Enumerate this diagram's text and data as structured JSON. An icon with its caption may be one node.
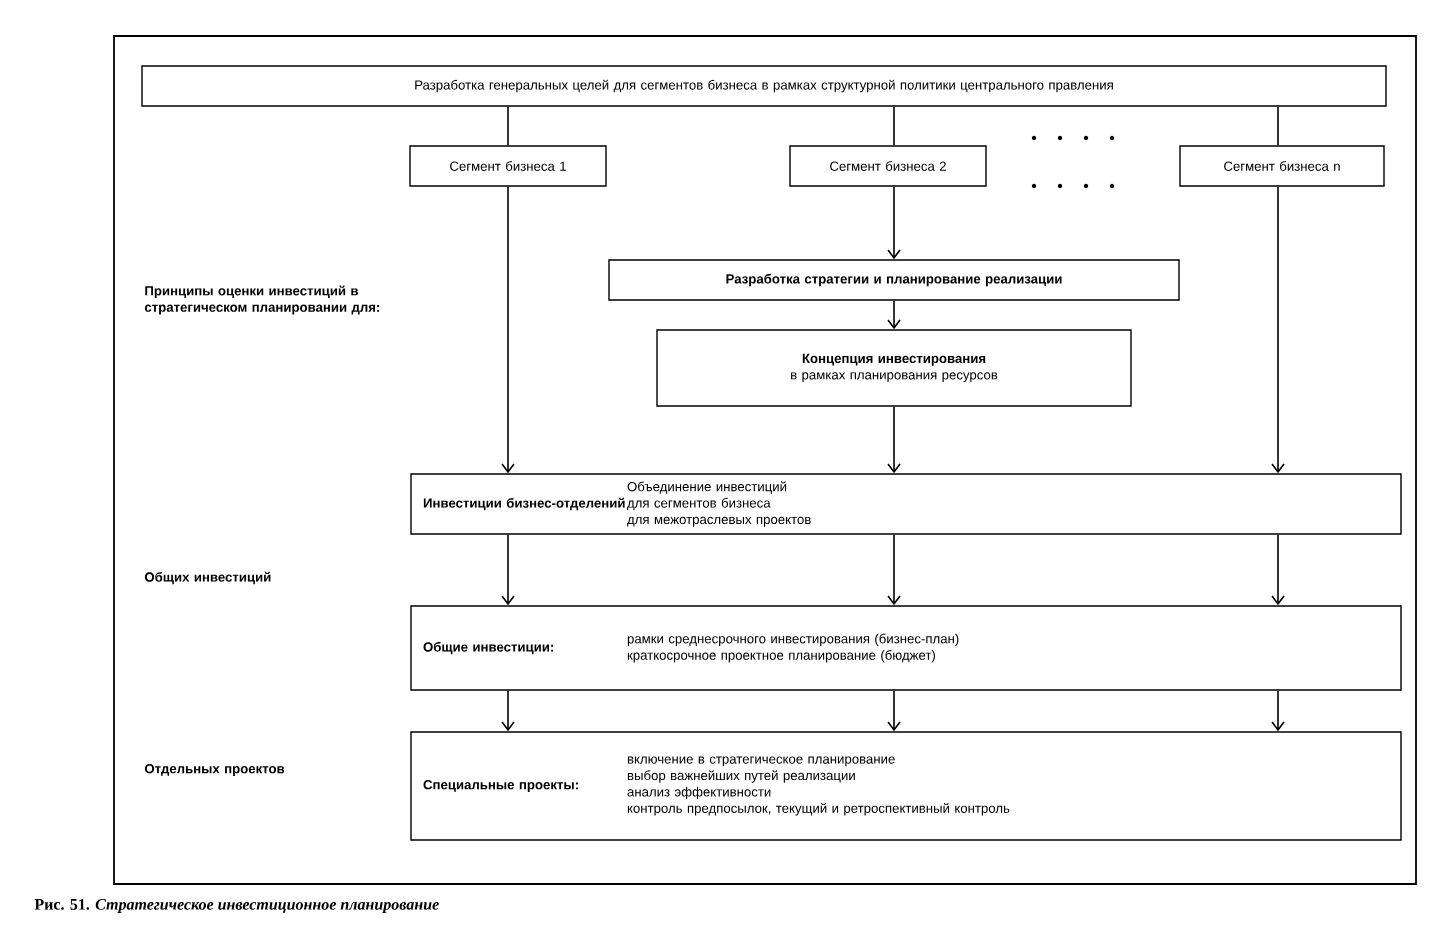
{
  "diagram": {
    "caption": "**Рис. 51.** *Стратегическое инвестиционное планирование*",
    "nodes": [
      {
        "text": [
          "Разработка генеральных целей для сегментов бизнеса в рамках структурной политики центрального правления"
        ]
      },
      {
        "text": [
          "Сегмент бизнеса 1"
        ]
      },
      {
        "text": [
          "Сегмент бизнеса 2"
        ]
      },
      {
        "text": [
          "Сегмент бизнеса n"
        ]
      },
      {
        "text": [
          "Разработка стратегии и планирование реализации"
        ]
      },
      {
        "text": [
          "Концепция инвестирования",
          "в рамках планирования ресурсов"
        ]
      },
      {
        "text": [
          "Инвестиции бизнес-отделений",
          "Объединение инвестиций",
          "для сегментов бизнеса",
          "для межотраслевых проектов"
        ]
      },
      {
        "text": [
          "Общие инвестиции:",
          "рамки среднесрочного инвестирования (бизнес-план)",
          "краткосрочное проектное планирование (бюджет)"
        ]
      },
      {
        "text": [
          "Специальные проекты:",
          "включение в стратегическое планирование",
          "выбор важнейших путей реализации",
          "анализ эффективности",
          "контроль предпосылок, текущий и ретроспективный контроль"
        ]
      }
    ],
    "edges": [
      {
        "from": 0,
        "to": 1,
        "arrow": "none"
      },
      {
        "from": 0,
        "to": 2,
        "arrow": "none"
      },
      {
        "from": 0,
        "to": 3,
        "arrow": "none"
      },
      {
        "from": 1,
        "to": 6,
        "arrow": "to"
      },
      {
        "from": 2,
        "to": 4,
        "arrow": "to"
      },
      {
        "from": 4,
        "to": 5,
        "arrow": "to"
      },
      {
        "from": 5,
        "to": 6,
        "arrow": "to"
      },
      {
        "from": 3,
        "to": 6,
        "arrow": "to"
      },
      {
        "from": 6,
        "to": 7,
        "arrow": "to"
      },
      {
        "from": 6,
        "to": 7,
        "arrow": "to"
      },
      {
        "from": 6,
        "to": 7,
        "arrow": "to"
      },
      {
        "from": 7,
        "to": 8,
        "arrow": "to"
      },
      {
        "from": 7,
        "to": 8,
        "arrow": "to"
      },
      {
        "from": 7,
        "to": 8,
        "arrow": "to"
      }
    ],
    "labels": [
      "Принципы оценки инвестиций в стратегическом планировании для:",
      "Общих инвестиций",
      "Отдельных проектов"
    ]
  }
}
